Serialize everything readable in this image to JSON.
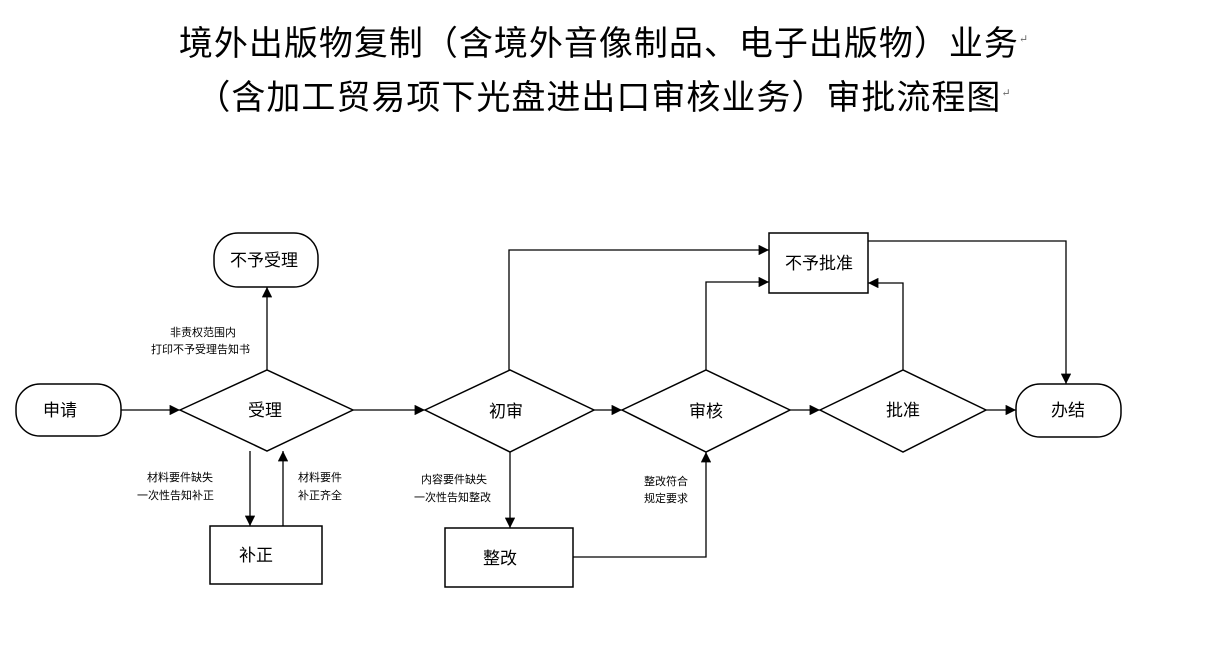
{
  "title": {
    "line1": "境外出版物复制（含境外音像制品、电子出版物）业务",
    "line2": "（含加工贸易项下光盘进出口审核业务）审批流程图",
    "para_mark": "↵"
  },
  "nodes": {
    "apply": "申请",
    "accept": "受理",
    "reject_accept": "不予受理",
    "correct": "补正",
    "first_review": "初审",
    "rectify": "整改",
    "review": "审核",
    "reject_approve": "不予批准",
    "approve": "批准",
    "finish": "办结"
  },
  "annotations": {
    "out_of_scope_1": "非责权范围内",
    "out_of_scope_2": "打印不予受理告知书",
    "missing_1": "材料要件缺失",
    "missing_2": "一次性告知补正",
    "complete_1": "材料要件",
    "complete_2": "补正齐全",
    "content_1": "内容要件缺失",
    "content_2": "一次性告知整改",
    "conform_1": "整改符合",
    "conform_2": "规定要求"
  },
  "colors": {
    "stroke": "#000000",
    "background": "#ffffff"
  }
}
